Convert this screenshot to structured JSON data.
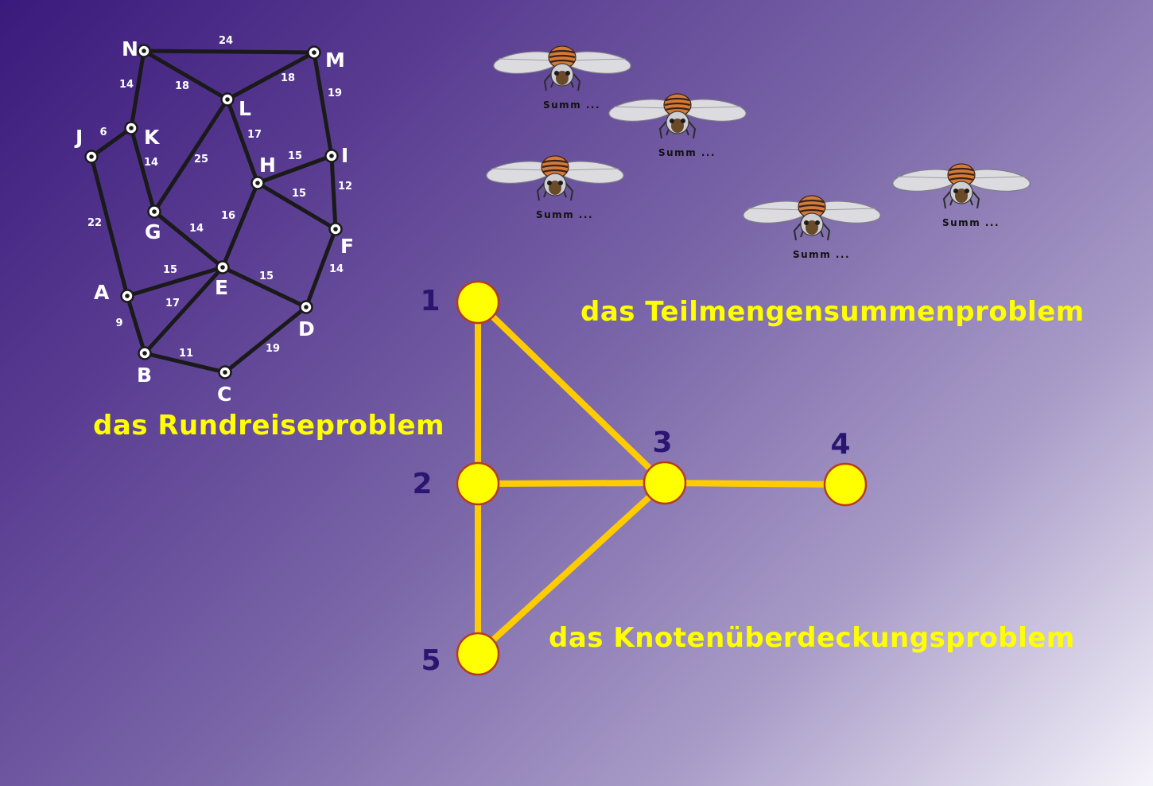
{
  "captions": {
    "tsp": "das Rundreiseproblem",
    "subset_sum": "das Teilmengensummenproblem",
    "vertex_cover": "das Knotenüberdeckungsproblem"
  },
  "tsp_graph": {
    "nodes": [
      "N",
      "M",
      "L",
      "K",
      "J",
      "I",
      "H",
      "G",
      "F",
      "E",
      "A",
      "D",
      "B",
      "C"
    ],
    "edges": [
      {
        "from": "N",
        "to": "M",
        "weight": "24"
      },
      {
        "from": "N",
        "to": "L",
        "weight": "18"
      },
      {
        "from": "N",
        "to": "K",
        "weight": "14"
      },
      {
        "from": "M",
        "to": "L",
        "weight": "18"
      },
      {
        "from": "M",
        "to": "I",
        "weight": "19"
      },
      {
        "from": "J",
        "to": "K",
        "weight": "6"
      },
      {
        "from": "K",
        "to": "G",
        "weight": "14"
      },
      {
        "from": "L",
        "to": "G",
        "weight": "25"
      },
      {
        "from": "L",
        "to": "H",
        "weight": "17"
      },
      {
        "from": "H",
        "to": "I",
        "weight": "15"
      },
      {
        "from": "H",
        "to": "F",
        "weight": "15"
      },
      {
        "from": "I",
        "to": "F",
        "weight": "12"
      },
      {
        "from": "J",
        "to": "A",
        "weight": "22"
      },
      {
        "from": "G",
        "to": "E",
        "weight": "14"
      },
      {
        "from": "H",
        "to": "E",
        "weight": "16"
      },
      {
        "from": "F",
        "to": "D",
        "weight": "14"
      },
      {
        "from": "A",
        "to": "E",
        "weight": "15"
      },
      {
        "from": "E",
        "to": "D",
        "weight": "15"
      },
      {
        "from": "A",
        "to": "B",
        "weight": "9"
      },
      {
        "from": "B",
        "to": "E",
        "weight": "17"
      },
      {
        "from": "B",
        "to": "C",
        "weight": "11"
      },
      {
        "from": "C",
        "to": "D",
        "weight": "19"
      }
    ]
  },
  "vc_graph": {
    "nodes": [
      "1",
      "2",
      "3",
      "4",
      "5"
    ],
    "edges": [
      [
        "1",
        "2"
      ],
      [
        "1",
        "3"
      ],
      [
        "2",
        "3"
      ],
      [
        "3",
        "4"
      ],
      [
        "2",
        "5"
      ],
      [
        "3",
        "5"
      ]
    ]
  },
  "bees": [
    {
      "label": "Summ ..."
    },
    {
      "label": "Summ ..."
    },
    {
      "label": "Summ ..."
    },
    {
      "label": "Summ ..."
    },
    {
      "label": "Summ ..."
    }
  ],
  "colors": {
    "caption": "#ffff00",
    "tsp_edge": "#1a1a1a",
    "tsp_label": "#ffffff",
    "vc_edge": "#ffcc00",
    "vc_node_fill": "#ffff00",
    "vc_node_stroke": "#b83a1a",
    "vc_label": "#2a1570"
  }
}
